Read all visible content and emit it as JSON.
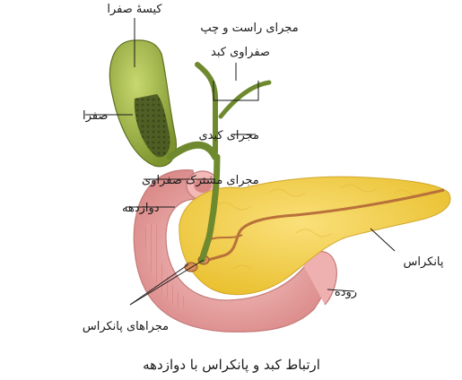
{
  "labels": {
    "gallbladder": "کیسهٔ صفرا",
    "hepatic_ducts_line1": "مجرای راست و چپ",
    "hepatic_ducts_line2": "صفراوی کبد",
    "bile": "صفرا",
    "hepatic_duct": "مجرای کبدی",
    "common_bile_duct": "مجرای مشترک صفراوی",
    "duodenum": "دوازدهه",
    "pancreas": "پانکراس",
    "intestine": "روده",
    "pancreatic_ducts": "مجراهای پانکراس"
  },
  "caption": "ارتباط کبد و پانکراس با دوازدهه",
  "colors": {
    "gallbladder": "#8fa43a",
    "duct": "#6f8a2e",
    "duodenum": "#e8a3a2",
    "pancreas": "#f4d24a",
    "pancreatic_duct": "#b8713a"
  }
}
